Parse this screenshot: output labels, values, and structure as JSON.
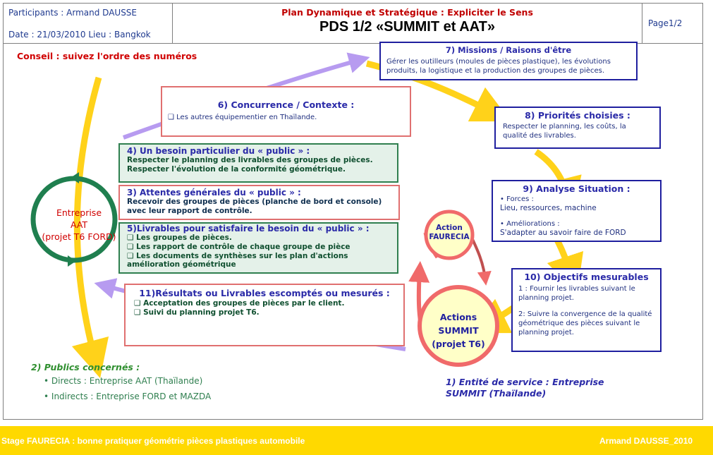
{
  "header": {
    "participants": "Participants : Armand DAUSSE",
    "date_place": "Date : 21/03/2010 Lieu : Bangkok",
    "subtitle": "Plan Dynamique et Stratégique : Expliciter le Sens",
    "title": "PDS 1/2 «SUMMIT et AAT»",
    "page": "Page1/2"
  },
  "advice": "Conseil : suivez l'ordre des numéros",
  "box7": {
    "title": "7) Missions / Raisons d'être",
    "text": "Gérer les outilleurs (moules de pièces plastique), les évolutions produits, la logistique et la production des groupes de pièces."
  },
  "box6": {
    "title": "6) Concurrence / Contexte :",
    "items": [
      "Les autres équipementier en Thaïlande."
    ]
  },
  "box8": {
    "title": "8) Priorités choisies :",
    "text": "Respecter le planning, les coûts, la qualité des livrables."
  },
  "box4": {
    "title": "4) Un besoin particulier du « public » :",
    "lines": [
      "Respecter le planning des livrables des groupes de pièces.",
      "Respecter l'évolution de la conformité géométrique."
    ]
  },
  "box3": {
    "title": "3) Attentes générales du « public » :",
    "text": "Recevoir des groupes de pièces (planche de bord et console) avec leur rapport de contrôle."
  },
  "box9": {
    "title": "9) Analyse Situation :",
    "forces_label": "• Forces :",
    "forces_text": "Lieu, ressources, machine",
    "improv_label": "• Améliorations :",
    "improv_text": "S'adapter au savoir faire de FORD"
  },
  "box5": {
    "title": "5)Livrables pour satisfaire le besoin du « public » :",
    "items": [
      "Les groupes de pièces.",
      "Les rapport de contrôle de chaque groupe de pièce",
      "Les documents de synthèses sur les plan d'actions amélioration géométrique"
    ]
  },
  "entreprise": {
    "line1": "Entreprise",
    "line2": "AAT",
    "line3": "(projet T6 FORD)"
  },
  "action_faurecia": {
    "line1": "Action",
    "line2": "FAURECIA"
  },
  "actions_summit": {
    "line1": "Actions",
    "line2": "SUMMIT",
    "line3": "(projet T6)"
  },
  "box10": {
    "title": "10) Objectifs mesurables",
    "item1": "1 : Fournir les livrables suivant le planning projet.",
    "item2": "2: Suivre la convergence de la qualité géométrique des pièces suivant le planning projet."
  },
  "box11": {
    "title": "11)Résultats ou Livrables  escomptés ou mesurés :",
    "items": [
      "Acceptation des groupes de pièces par le client.",
      "Suivi du planning projet T6."
    ]
  },
  "publics": {
    "title": "2) Publics concernés :",
    "direct": "Directs : Entreprise AAT (Thaïlande)",
    "indirect": "Indirects : Entreprise FORD et MAZDA"
  },
  "entity": {
    "line1": "1) Entité de service : Entreprise",
    "line2": "SUMMIT (Thaïlande)"
  },
  "footer": {
    "left": "Stage FAURECIA : bonne pratiquer géométrie   pièces plastiques automobile",
    "right": "Armand DAUSSE_2010"
  },
  "colors": {
    "cycle_arrow": "#ffd21a",
    "lavender_arrow": "#b79bf0",
    "green_circle": "#1f7f4f",
    "red_loop": "#f06a6a",
    "footer": "#ffd900"
  }
}
